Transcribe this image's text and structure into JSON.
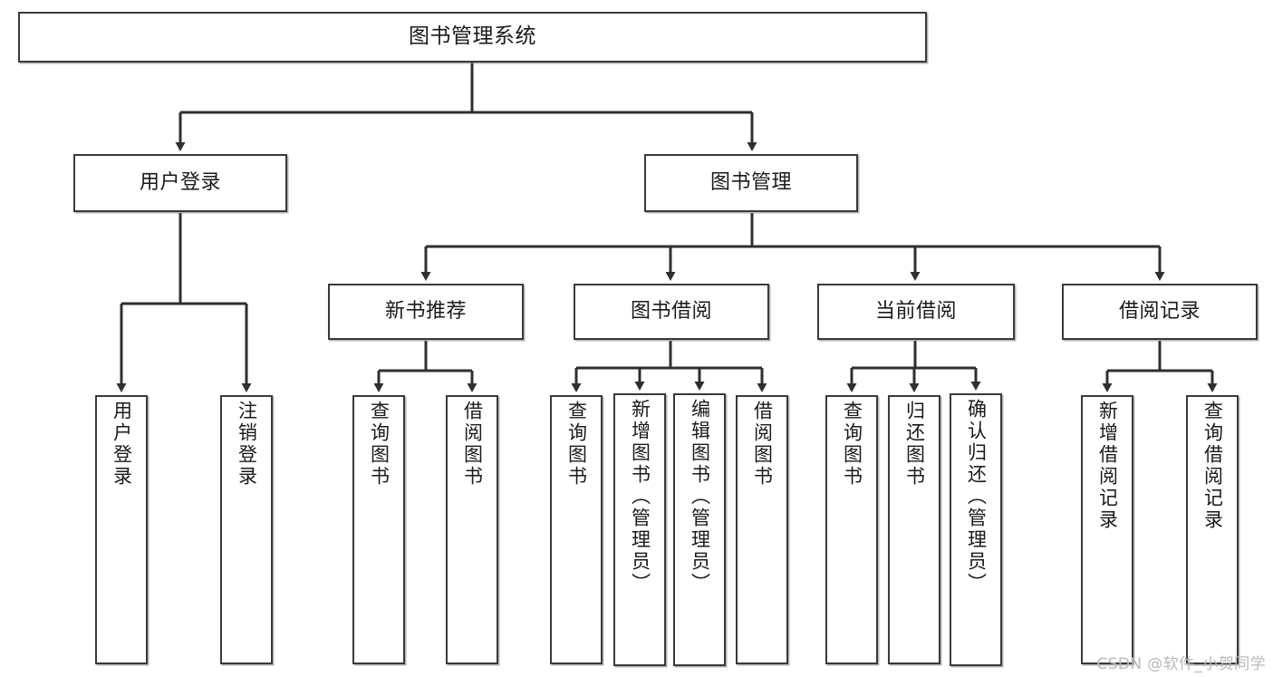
{
  "diagram": {
    "title": "图书管理系统",
    "type": "tree-hierarchy-chart",
    "line_color": "#3a3a3a",
    "box_fill": "#ffffff",
    "text_color": "#1a1a1a"
  },
  "nodes": {
    "root": {
      "label": "图书管理系统"
    },
    "level1": [
      {
        "label": "用户登录"
      },
      {
        "label": "图书管理"
      }
    ],
    "level2": [
      {
        "label": "新书推荐"
      },
      {
        "label": "图书借阅"
      },
      {
        "label": "当前借阅"
      },
      {
        "label": "借阅记录"
      }
    ],
    "leaves": {
      "user_login": [
        {
          "label": "用户登录"
        },
        {
          "label": "注销登录"
        }
      ],
      "new_book_recommend": [
        {
          "label": "查询图书"
        },
        {
          "label": "借阅图书"
        }
      ],
      "book_borrow": [
        {
          "label": "查询图书"
        },
        {
          "label": "新增图书（管理员）"
        },
        {
          "label": "编辑图书（管理员）"
        },
        {
          "label": "借阅图书"
        }
      ],
      "current_borrow": [
        {
          "label": "查询图书"
        },
        {
          "label": "归还图书"
        },
        {
          "label": "确认归还（管理员）"
        }
      ],
      "borrow_record": [
        {
          "label": "新增借阅记录"
        },
        {
          "label": "查询借阅记录"
        }
      ]
    }
  },
  "watermark": {
    "text": "CSDN @软件_小贺同学"
  }
}
